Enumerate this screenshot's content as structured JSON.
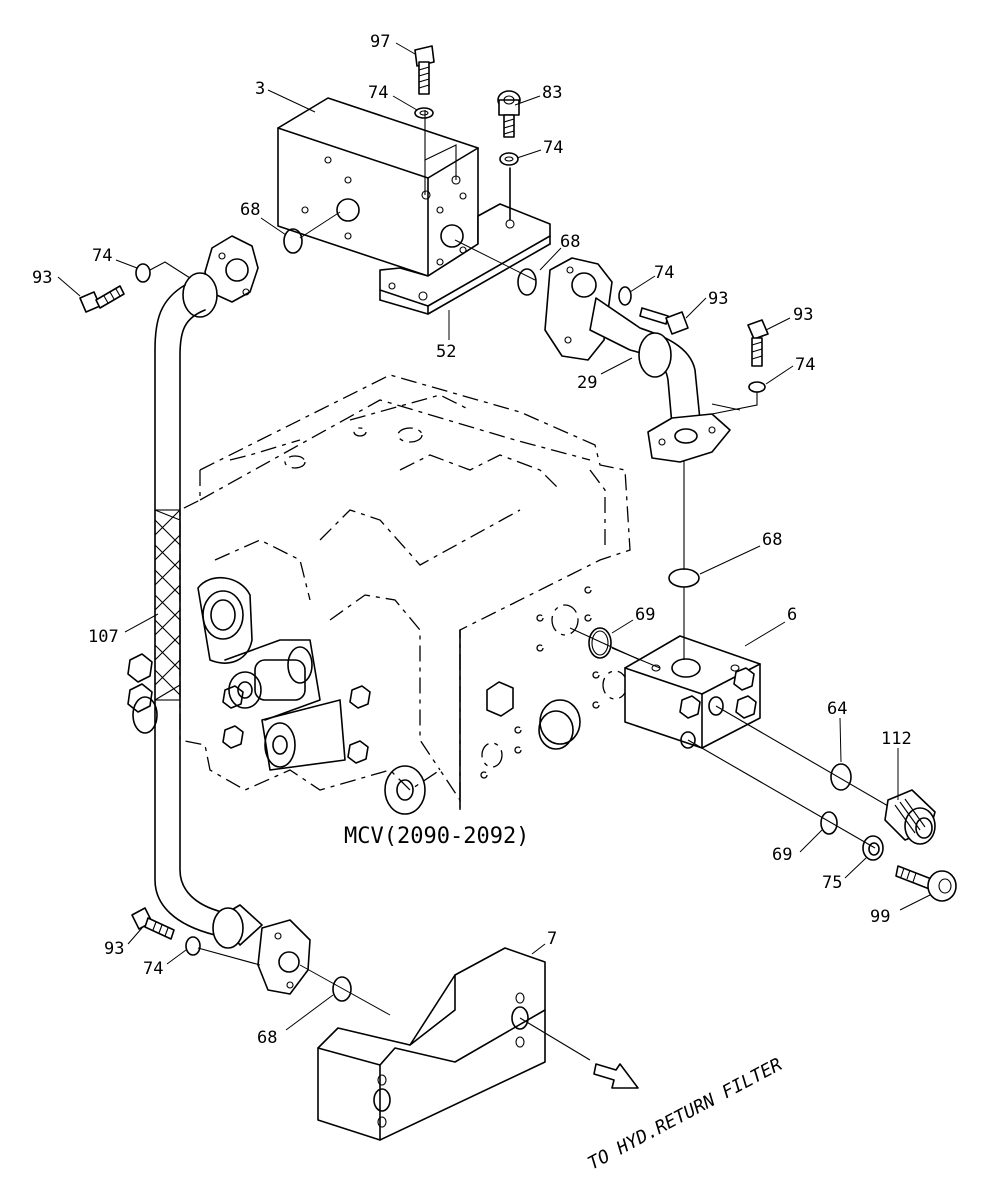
{
  "diagram": {
    "mcv_label": "MCV(2090-2092)",
    "note": "TO HYD.RETURN FILTER",
    "callouts": [
      {
        "id": "c97a",
        "text": "97"
      },
      {
        "id": "c3",
        "text": "3"
      },
      {
        "id": "c74a",
        "text": "74"
      },
      {
        "id": "c83",
        "text": "83"
      },
      {
        "id": "c74b",
        "text": "74"
      },
      {
        "id": "c68a",
        "text": "68"
      },
      {
        "id": "c68b",
        "text": "68"
      },
      {
        "id": "c74c",
        "text": "74"
      },
      {
        "id": "c93a",
        "text": "93"
      },
      {
        "id": "c74d",
        "text": "74"
      },
      {
        "id": "c93b",
        "text": "93"
      },
      {
        "id": "c93c",
        "text": "93"
      },
      {
        "id": "c52",
        "text": "52"
      },
      {
        "id": "c29",
        "text": "29"
      },
      {
        "id": "c74e",
        "text": "74"
      },
      {
        "id": "c68c",
        "text": "68"
      },
      {
        "id": "c6",
        "text": "6"
      },
      {
        "id": "c69a",
        "text": "69"
      },
      {
        "id": "c107",
        "text": "107"
      },
      {
        "id": "c64",
        "text": "64"
      },
      {
        "id": "c112",
        "text": "112"
      },
      {
        "id": "c69b",
        "text": "69"
      },
      {
        "id": "c75",
        "text": "75"
      },
      {
        "id": "c99",
        "text": "99"
      },
      {
        "id": "c7",
        "text": "7"
      },
      {
        "id": "c93d",
        "text": "93"
      },
      {
        "id": "c74f",
        "text": "74"
      },
      {
        "id": "c68d",
        "text": "68"
      }
    ]
  }
}
